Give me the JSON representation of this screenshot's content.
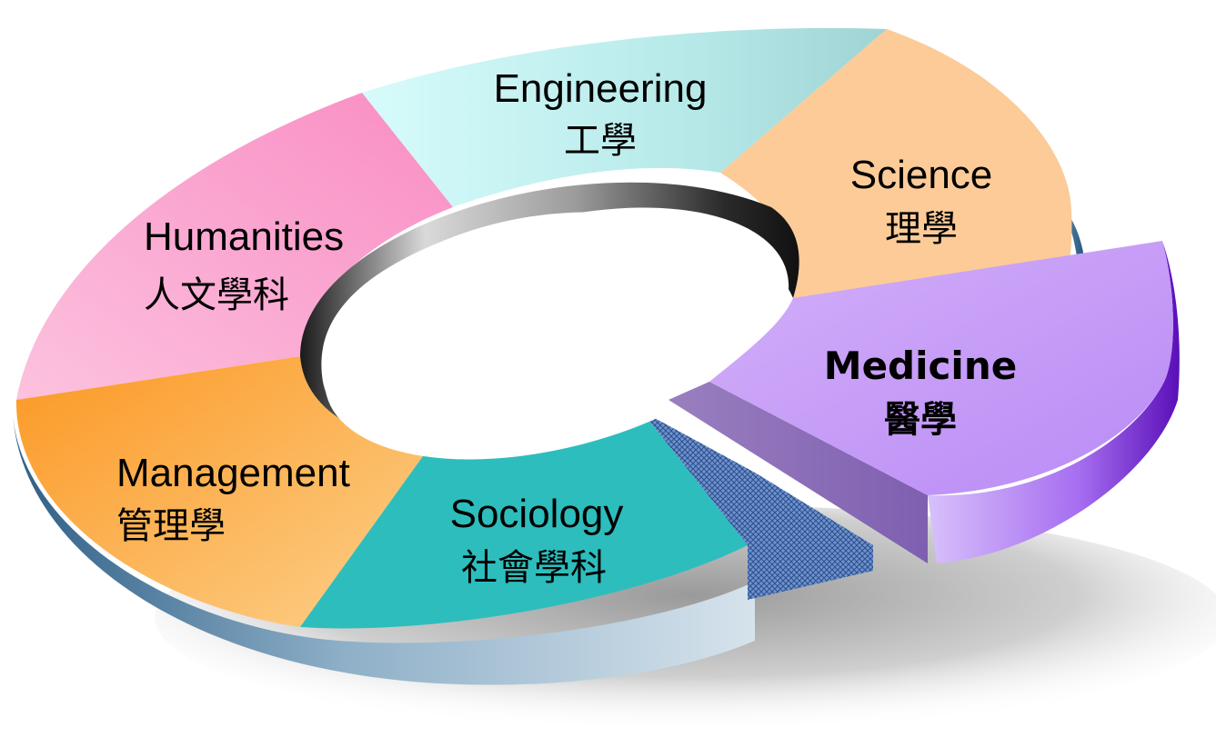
{
  "segments": [
    {
      "id": "engineering",
      "en": "Engineering",
      "zh": "工學",
      "color": "#c8f4f4"
    },
    {
      "id": "science",
      "en": "Science",
      "zh": "理學",
      "color": "#fccb98"
    },
    {
      "id": "medicine",
      "en": "Medicine",
      "zh": "醫學",
      "color": "#c59bf7",
      "highlighted": true
    },
    {
      "id": "sociology",
      "en": "Sociology",
      "zh": "社會學科",
      "color": "#2dbdbd"
    },
    {
      "id": "management",
      "en": "Management",
      "zh": "管理學",
      "color": "#fdb15a"
    },
    {
      "id": "humanities",
      "en": "Humanities",
      "zh": "人文學科",
      "color": "#fba2cf"
    }
  ]
}
